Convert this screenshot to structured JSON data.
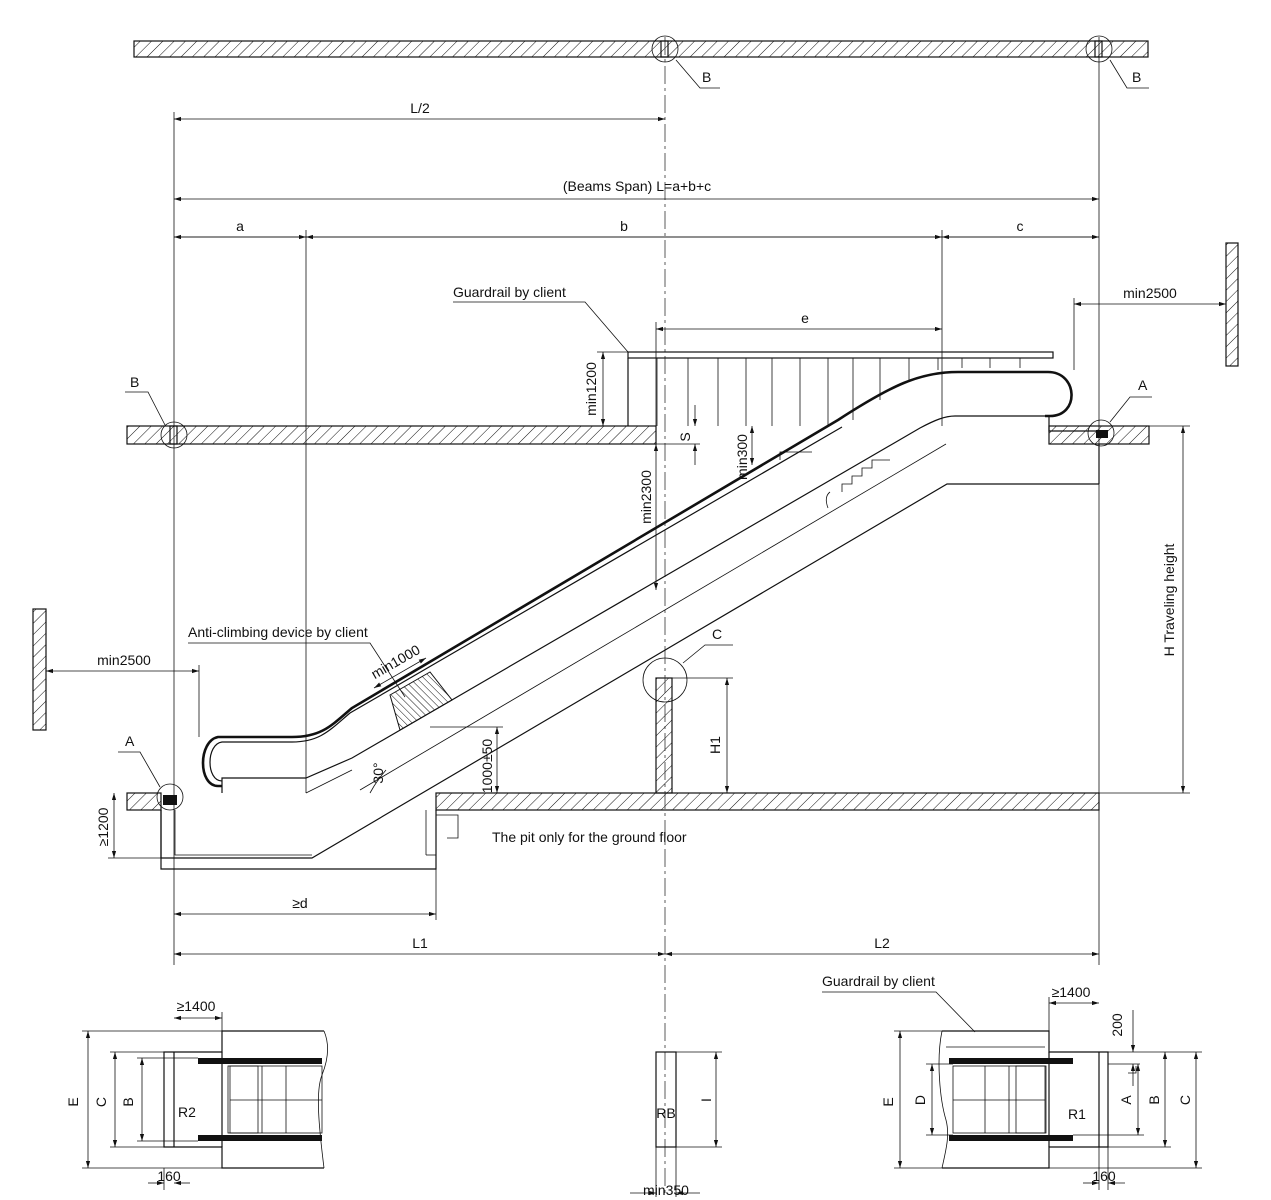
{
  "labels": {
    "l_half": "L/2",
    "beams_span": "(Beams Span) L=a+b+c",
    "a": "a",
    "b": "b",
    "c": "c",
    "e": "e",
    "guardrail_top": "Guardrail  by client",
    "min2500_right": "min2500",
    "min2500_left": "min2500",
    "min1200": "min1200",
    "s": "S",
    "min300": "min300",
    "min2300": "min2300",
    "anti_climbing": "Anti-climbing device by client",
    "min1000": "min1000",
    "angle": "30°",
    "h1000": "1000±50",
    "h1200": "≥1200",
    "pit": "The pit only for the ground floor",
    "ge_d": "≥d",
    "l1": "L1",
    "l2": "L2",
    "h1": "H1",
    "h_travel": "H Traveling height",
    "ref_a": "A",
    "ref_b": "B",
    "ref_c": "C",
    "guardrail_bottom": "Guardrail  by client",
    "ge1400_left": "≥1400",
    "ge1400_right": "≥1400",
    "d200": "200",
    "p_E": "E",
    "p_C": "C",
    "p_B": "B",
    "p_R2": "R2",
    "p_160_left": "160",
    "p_RB": "RB",
    "p_I": "I",
    "p_min350": "min350",
    "p_D": "D",
    "p_R1": "R1",
    "p_A": "A",
    "p_160_right": "160"
  }
}
